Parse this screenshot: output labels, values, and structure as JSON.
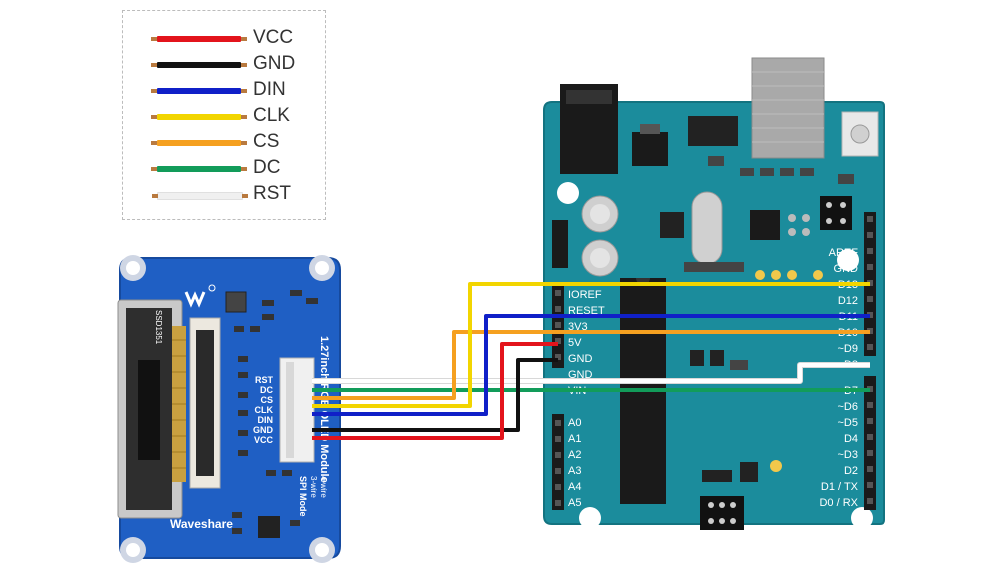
{
  "legend": [
    {
      "label": "VCC",
      "color": "#e3141c"
    },
    {
      "label": "GND",
      "color": "#111111"
    },
    {
      "label": "DIN",
      "color": "#1020c8"
    },
    {
      "label": "CLK",
      "color": "#f2d500"
    },
    {
      "label": "CS",
      "color": "#f5a020"
    },
    {
      "label": "DC",
      "color": "#129c5a"
    },
    {
      "label": "RST",
      "color": "#f0f0f0"
    }
  ],
  "module": {
    "brand": "Waveshare",
    "title": "1.27inch RGB OLED Module",
    "pins": [
      "RST",
      "DC",
      "CS",
      "CLK",
      "DIN",
      "GND",
      "VCC"
    ],
    "spi_mode": "SPI Mode",
    "wire3": "3-wire",
    "wire4": "4-wire",
    "chip_label": "SSD1351",
    "board_color": "#1f5fc4"
  },
  "arduino": {
    "left_pins": [
      "IOREF",
      "RESET",
      "3V3",
      "5V",
      "GND",
      "GND",
      "VIN",
      "A0",
      "A1",
      "A2",
      "A3",
      "A4",
      "A5"
    ],
    "right_pins": [
      "AREF",
      "GND",
      "D13",
      "D12",
      "~D11",
      "~D10",
      "~D9",
      "D8",
      "D7",
      "~D6",
      "~D5",
      "D4",
      "~D3",
      "D2",
      "D1 / TX",
      "D0 / RX"
    ],
    "board_color": "#1b8c9c"
  }
}
